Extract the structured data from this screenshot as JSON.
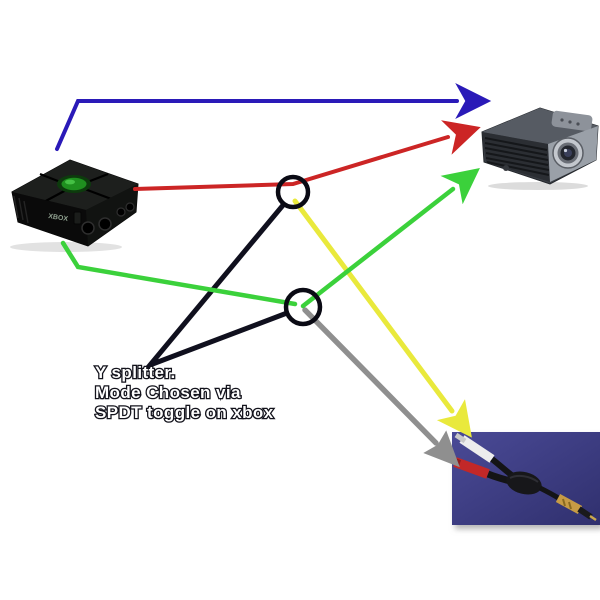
{
  "annotation": {
    "line1": "Y splitter.",
    "line2": "Mode Chosen via",
    "line3": "SPDT toggle on xbox"
  },
  "xbox": {
    "front_label": "XBOX"
  },
  "colors": {
    "blue": "#2a1ab8",
    "red": "#cc2525",
    "green": "#3bd13b",
    "yellow": "#e9e93c",
    "gray": "#8f8f8f",
    "line_black": "#10101e",
    "circle_black": "#0a0a14",
    "cable_bg": "#3c3c85"
  },
  "connections": [
    {
      "id": "blue-path",
      "color_name": "blue",
      "from": "xbox",
      "to": "projector"
    },
    {
      "id": "red-path",
      "color_name": "red",
      "from": "xbox",
      "to": "projector",
      "via": "splitter-circle-1"
    },
    {
      "id": "green-path",
      "color_name": "green",
      "from": "xbox",
      "to": "projector",
      "via": "splitter-circle-2"
    },
    {
      "id": "yellow-path",
      "color_name": "yellow",
      "from": "splitter-circle-1",
      "to": "av-cable"
    },
    {
      "id": "gray-path",
      "color_name": "gray",
      "from": "splitter-circle-2",
      "to": "av-cable"
    },
    {
      "id": "callout-1",
      "color_name": "line_black",
      "from": "annotation",
      "to": "splitter-circle-1"
    },
    {
      "id": "callout-2",
      "color_name": "line_black",
      "from": "annotation",
      "to": "splitter-circle-2"
    }
  ]
}
